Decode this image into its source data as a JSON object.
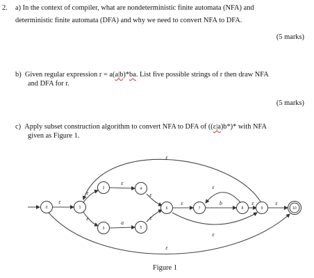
{
  "q2": {
    "number": "2.",
    "part_a_line1": "a) In the context of compiler, what are nondeterministic finite automata (NFA) and",
    "part_a_line2": "deterministic finite automata (DFA) and why we need to convert NFA to DFA.",
    "part_a_marks": "(5 marks)",
    "part_b_prefix": "b) Given regular expression r = a(",
    "part_b_squig": "a|b",
    "part_b_mid": ")*",
    "part_b_squig2": "ba",
    "part_b_suffix": ". List five possible strings of r then draw NFA",
    "part_b_line2": "and DFA for r.",
    "part_b_marks": "(5 marks)",
    "part_c_prefix": "c) Apply subset construction algorithm to convert NFA to DFA of ((",
    "part_c_squig": "ε|a",
    "part_c_suffix": ")b*)* with NFA",
    "part_c_line2": "given as Figure 1.",
    "figure_caption": "Figure 1"
  },
  "nfa": {
    "states": [
      "0",
      "1",
      "2",
      "3",
      "4",
      "5",
      "6",
      "7",
      "8",
      "9",
      "10"
    ],
    "accepting_state": "10",
    "epsilon": "ε",
    "symbol_a": "a",
    "symbol_b": "b"
  }
}
